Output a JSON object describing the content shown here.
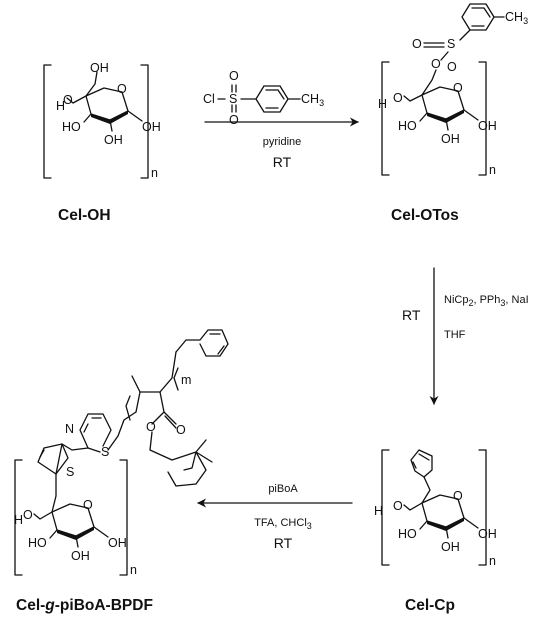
{
  "compounds": {
    "cel_oh": "Cel-OH",
    "cel_otos": "Cel-OTos",
    "cel_cp": "Cel-Cp",
    "graft": {
      "prefix": "Cel-",
      "g": "g",
      "suffix": "-piBoA-BPDF"
    }
  },
  "atoms": {
    "h": "H",
    "o": "O",
    "oh": "OH",
    "ho": "HO",
    "cl": "Cl",
    "s": "S",
    "n": "N",
    "ch3": "CH",
    "three": "3",
    "repeat_n": "n",
    "repeat_m": "m"
  },
  "reaction1": {
    "reagent": "pyridine",
    "condition": "RT"
  },
  "reaction2": {
    "side_label": "RT",
    "reagent_parts": [
      "NiCp",
      "2",
      ", PPh",
      "3",
      ", NaI"
    ],
    "solvent": "THF"
  },
  "reaction3": {
    "reagent": "piBoA",
    "solvent_parts": [
      "TFA, CHCl",
      "3"
    ],
    "condition": "RT"
  },
  "colors": {
    "ink": "#111111",
    "background": "#ffffff"
  }
}
